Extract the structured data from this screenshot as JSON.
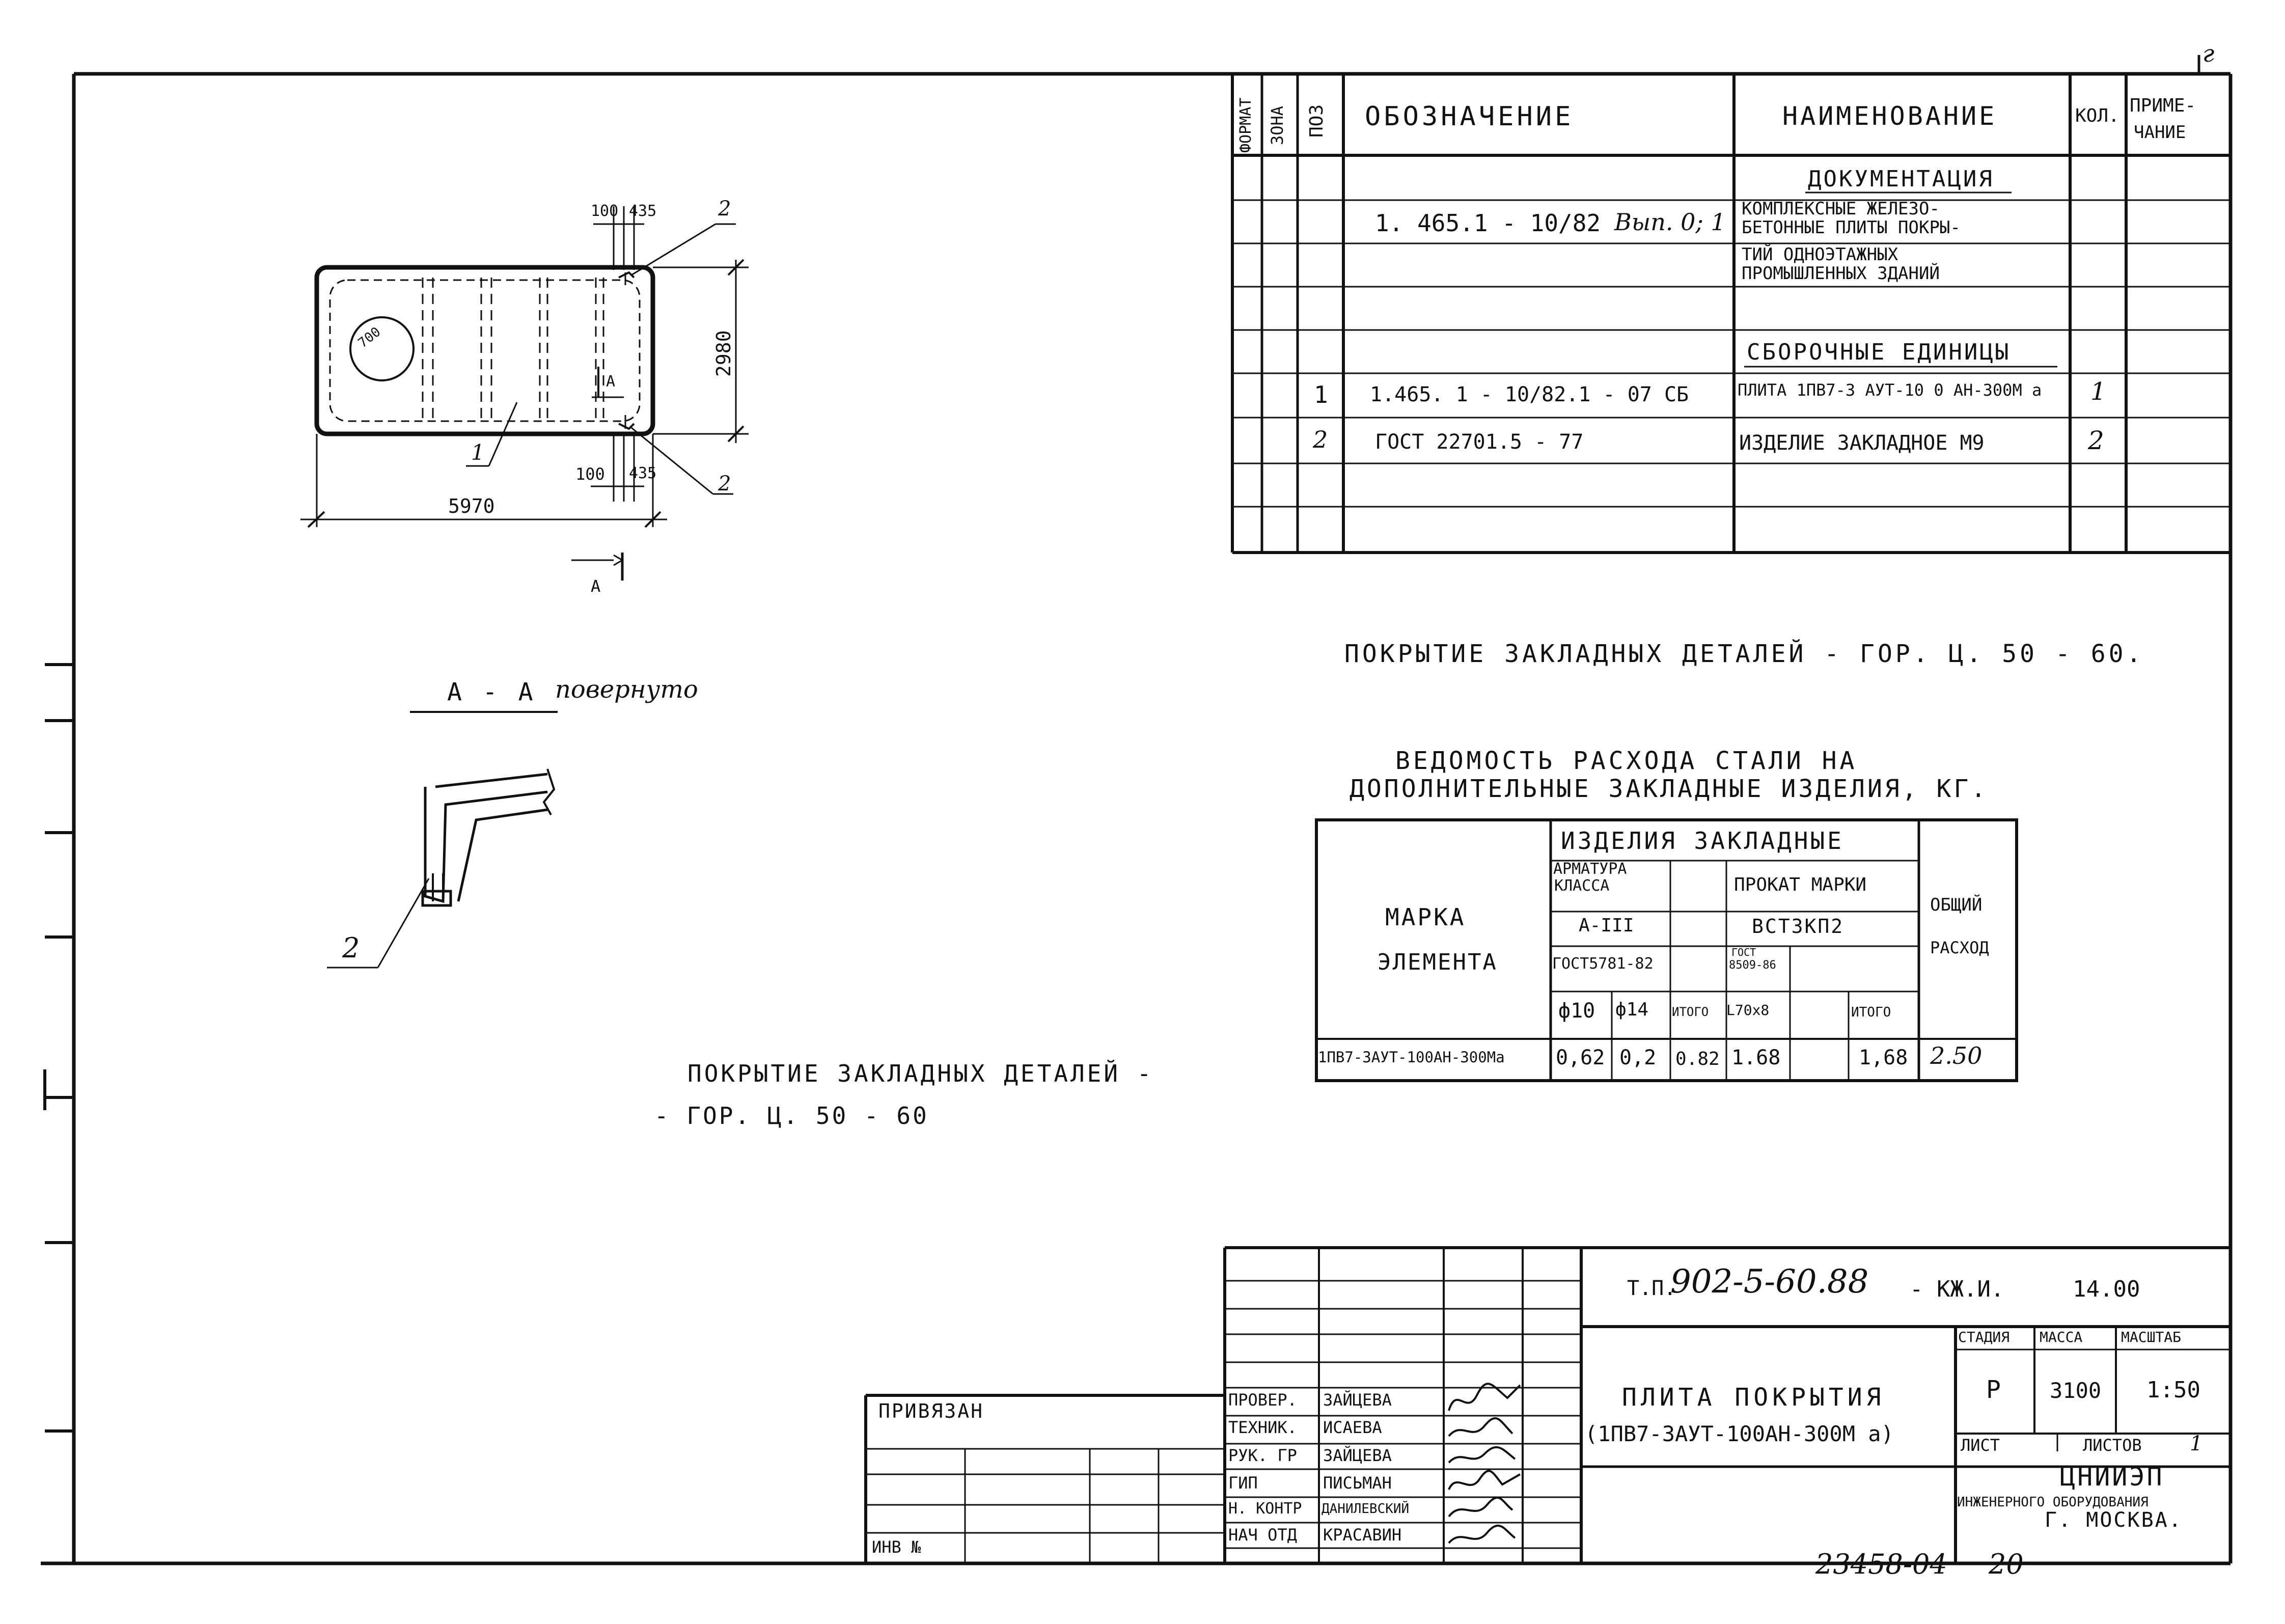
{
  "page_mark": "г",
  "spec_table": {
    "headers": {
      "format": "ФОРМАТ",
      "zone": "ЗОНА",
      "pos": "ПОЗ",
      "designation": "ОБОЗНАЧЕНИЕ",
      "name": "НАИМЕНОВАНИЕ",
      "qty": "КОЛ.",
      "note_line1": "ПРИМЕ-",
      "note_line2": "ЧАНИЕ"
    },
    "section_docs": "ДОКУМЕНТАЦИЯ",
    "doc_designation": "1. 465.1 - 10/82",
    "doc_issue": "Вып. 0; 1",
    "doc_name_lines": [
      "КОМПЛЕКСНЫЕ ЖЕЛЕЗО-",
      "БЕТОННЫЕ ПЛИТЫ ПОКРЫ-",
      "ТИЙ ОДНОЭТАЖНЫХ",
      "ПРОМЫШЛЕННЫХ ЗДАНИЙ"
    ],
    "section_assemblies": "СБОРОЧНЫЕ ЕДИНИЦЫ",
    "rows": [
      {
        "pos": "1",
        "designation": "1.465. 1 - 10/82.1 - 07 СБ",
        "name": "ПЛИТА 1ПВ7-3 АУТ-10 0 АН-300М а",
        "qty": "1"
      },
      {
        "pos": "2",
        "designation": "ГОСТ 22701.5 - 77",
        "name": "ИЗДЕЛИЕ ЗАКЛАДНОЕ М9",
        "qty": "2"
      }
    ]
  },
  "plan": {
    "dim_top_100": "100",
    "dim_top_435": "435",
    "dim_bot_100": "100",
    "dim_bot_435": "435",
    "dim_height": "2980",
    "dim_width": "5970",
    "hole": "700",
    "leader_2_top": "2",
    "leader_2_bot": "2",
    "leader_1": "1",
    "section_tag": "А",
    "section_tag_small": "А"
  },
  "section_view": {
    "title": "А - А",
    "title_note": "повернуто",
    "leader": "2"
  },
  "note_right": "ПОКРЫТИЕ ЗАКЛАДНЫХ ДЕТАЛЕЙ - ГОР. Ц. 50 - 60.",
  "note_left_line1": "ПОКРЫТИЕ ЗАКЛАДНЫХ ДЕТАЛЕЙ -",
  "note_left_line2": "- ГОР. Ц. 50 - 60",
  "steel_table": {
    "title_line1": "ВЕДОМОСТЬ РАСХОДА СТАЛИ НА",
    "title_line2": "ДОПОЛНИТЕЛЬНЫЕ ЗАКЛАДНЫЕ ИЗДЕЛИЯ, КГ.",
    "mark_line1": "МАРКА",
    "mark_line2": "ЭЛЕМЕНТА",
    "group": "ИЗДЕЛИЯ ЗАКЛАДНЫЕ",
    "rebar_line1": "АРМАТУРА",
    "rebar_line2": "КЛАССА",
    "rebar_class": "А-III",
    "rebar_gost": "ГОСТ5781-82",
    "rolled_title": "ПРОКАТ МАРКИ",
    "rolled_grade": "ВСТ3КП2",
    "rolled_gost_line1": "ГОСТ",
    "rolled_gost_line2": "8509-86",
    "total_line1": "ОБЩИЙ",
    "total_line2": "РАСХОД",
    "cols": [
      "ф10",
      "ф14",
      "ИТОГО",
      "L70х8",
      "",
      "ИТОГО"
    ],
    "row": {
      "mark": "1ПВ7-3АУТ-100АН-300Ма",
      "values": [
        "0,62",
        "0,2",
        "0.82",
        "1.68",
        "",
        "1,68"
      ],
      "total": "2.50"
    }
  },
  "title_block": {
    "code_prefix": "Т.П.",
    "code": "902-5-60.88",
    "code_suffix": "- КЖ.И.",
    "code_number": "14.00",
    "tied": "ПРИВЯЗАН",
    "inv": "ИНВ №",
    "roles": [
      {
        "role": "ПРОВЕР.",
        "name": "ЗАЙЦЕВА"
      },
      {
        "role": "ТЕХНИК.",
        "name": "ИСАЕВА"
      },
      {
        "role": "РУК. ГР",
        "name": "ЗАЙЦЕВА"
      },
      {
        "role": "ГИП",
        "name": "ПИСЬМАН"
      },
      {
        "role": "Н. КОНТР",
        "name": "ДАНИЛЕВСКИЙ"
      },
      {
        "role": "НАЧ ОТД",
        "name": "КРАСАВИН"
      }
    ],
    "drawing_title_line1": "ПЛИТА ПОКРЫТИЯ",
    "drawing_title_line2": "(1ПВ7-3АУТ-100АН-300М а)",
    "stage_label": "СТАДИЯ",
    "mass_label": "МАССА",
    "scale_label": "МАСШТАБ",
    "stage": "Р",
    "mass": "3100",
    "scale": "1:50",
    "sheet_label": "ЛИСТ",
    "sheets_label": "ЛИСТОВ",
    "sheets": "1",
    "org_name": "ЦНИИЭП",
    "org_sub": "ИНЖЕНЕРНОГО ОБОРУДОВАНИЯ",
    "org_city": "Г. МОСКВА."
  },
  "bottom_number": "23458-04",
  "bottom_page": "20"
}
